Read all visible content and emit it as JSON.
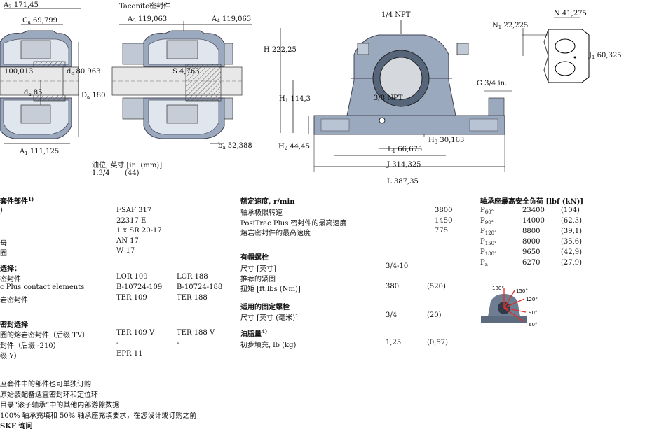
{
  "drawing": {
    "left": {
      "a2": "171,45",
      "ca": "69,799",
      "d1": "100,013",
      "dc": "80,963",
      "da": "85",
      "Da": "180",
      "a1": "111,125"
    },
    "middle": {
      "title": "Taconite密封件",
      "a3": "119,063",
      "a4": "119,063",
      "s": "4,763",
      "ba": "52,388"
    },
    "right": {
      "npt_top": "1/4 NPT",
      "h": "222,25",
      "h1": "114,3",
      "npt_mid": "3/8 NPT",
      "h2": "44,45",
      "h3": "30,163",
      "l1": "66,675",
      "j": "314,325",
      "l": "387,35",
      "g": "G  3/4 in."
    },
    "bolt_detail": {
      "n": "N  41,275",
      "n1": "22,225",
      "j1": "60,325"
    },
    "oil": {
      "label": "油位, 英寸 [in. (mm)]",
      "value": "1.3/4",
      "value_mm": "(44)"
    }
  },
  "components": {
    "title": "套件部件",
    "title_sup": "1)",
    "rows": [
      {
        "label": ")",
        "v1": "FSAF 317",
        "v2": ""
      },
      {
        "label": "",
        "v1": "22317 E",
        "v2": ""
      },
      {
        "label": "",
        "v1": "1 x SR 20-17",
        "v2": ""
      },
      {
        "label": "母",
        "v1": "AN 17",
        "v2": ""
      },
      {
        "label": "圈",
        "v1": "W 17",
        "v2": ""
      }
    ],
    "seal_title": "选择：",
    "seal_rows": [
      {
        "label": "密封件",
        "v1": "LOR 109",
        "v2": "LOR 188"
      },
      {
        "label": "c Plus contact elements",
        "v1": "B-10724-109",
        "v2": "B-10724-188"
      },
      {
        "label": "岩密封件",
        "v1": "TER 109",
        "v2": "TER 188"
      }
    ],
    "alt_title": "密封选择",
    "alt_rows": [
      {
        "label": "圈的熔岩密封件（后缀 TV）",
        "v1": "TER 109 V",
        "v2": "TER 188 V"
      },
      {
        "label": "封件（后缀 -210）",
        "v1": "-",
        "v2": "-"
      },
      {
        "label": "缀 Y）",
        "v1": "EPR 11",
        "v2": ""
      }
    ]
  },
  "speed": {
    "title": "额定速度, r/min",
    "rows": [
      {
        "label": "轴承极限转速",
        "value": "3800"
      },
      {
        "label": "PosiTrac Plus 密封件的最高速度",
        "value": "1450"
      },
      {
        "label": "熔岩密封件的最高速度",
        "value": "775"
      }
    ]
  },
  "cap_bolts": {
    "title": "有帽螺栓",
    "rows": [
      {
        "label": "尺寸 [英寸]",
        "value": "3/4-10",
        "paren": ""
      },
      {
        "label": "推荐的紧固",
        "value": "",
        "paren": ""
      },
      {
        "label": "扭矩 [ft.lbs (Nm)]",
        "value": "380",
        "paren": "(520)"
      }
    ]
  },
  "fix_bolts": {
    "title": "适用的固定螺栓",
    "rows": [
      {
        "label": "尺寸 [英寸 (毫米)]",
        "value": "3/4",
        "paren": "(20)"
      }
    ]
  },
  "grease": {
    "title": "油脂量",
    "title_sup": "4)",
    "rows": [
      {
        "label": "初步填充, lb (kg)",
        "value": "1,25",
        "paren": "(0,57)"
      }
    ]
  },
  "loads": {
    "title": "轴承座最高安全负荷 [lbf (kN)]",
    "rows": [
      {
        "p": "P",
        "sub": "60°",
        "value": "23400",
        "paren": "(104)"
      },
      {
        "p": "P",
        "sub": "90°",
        "value": "14000",
        "paren": "(62,3)"
      },
      {
        "p": "P",
        "sub": "120°",
        "value": "8800",
        "paren": "(39,1)"
      },
      {
        "p": "P",
        "sub": "150°",
        "value": "8000",
        "paren": "(35,6)"
      },
      {
        "p": "P",
        "sub": "180°",
        "value": "9650",
        "paren": "(42,9)"
      },
      {
        "p": "P",
        "sub": "a",
        "value": "6270",
        "paren": "(27,9)"
      }
    ],
    "angles": [
      "180°",
      "150°",
      "120°",
      "90°",
      "60°"
    ]
  },
  "notes": [
    "座套件中的部件也可单独订购",
    "原始装配备适宜密封环和定位环",
    "目录“滚子轴承”中的其他内部游隙数据",
    "100% 轴承充填和 50% 轴承座充填要求，在您设计或订购之前",
    "SKF 询问"
  ]
}
